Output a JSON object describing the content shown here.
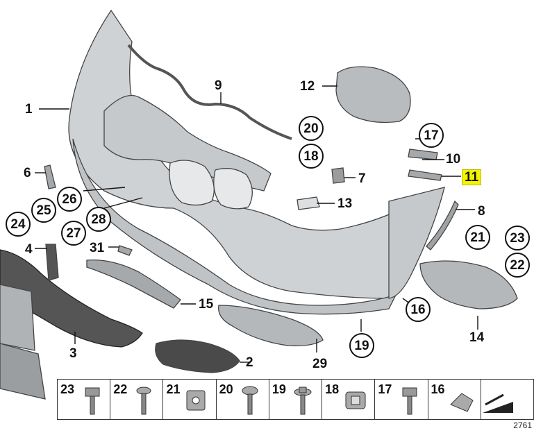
{
  "callouts": [
    {
      "id": "c1",
      "label": "1"
    },
    {
      "id": "c2",
      "label": "2"
    },
    {
      "id": "c3",
      "label": "3"
    },
    {
      "id": "c4",
      "label": "4"
    },
    {
      "id": "c6",
      "label": "6"
    },
    {
      "id": "c7",
      "label": "7"
    },
    {
      "id": "c8",
      "label": "8"
    },
    {
      "id": "c9",
      "label": "9"
    },
    {
      "id": "c10",
      "label": "10"
    },
    {
      "id": "c11",
      "label": "11"
    },
    {
      "id": "c12",
      "label": "12"
    },
    {
      "id": "c13",
      "label": "13"
    },
    {
      "id": "c14",
      "label": "14"
    },
    {
      "id": "c15",
      "label": "15"
    },
    {
      "id": "c16",
      "label": "16"
    },
    {
      "id": "c17",
      "label": "17"
    },
    {
      "id": "c18",
      "label": "18"
    },
    {
      "id": "c19",
      "label": "19"
    },
    {
      "id": "c20",
      "label": "20"
    },
    {
      "id": "c21",
      "label": "21"
    },
    {
      "id": "c22",
      "label": "22"
    },
    {
      "id": "c23",
      "label": "23"
    },
    {
      "id": "c24",
      "label": "24"
    },
    {
      "id": "c25",
      "label": "25"
    },
    {
      "id": "c26",
      "label": "26"
    },
    {
      "id": "c27",
      "label": "27"
    },
    {
      "id": "c28",
      "label": "28"
    },
    {
      "id": "c29",
      "label": "29"
    },
    {
      "id": "c31",
      "label": "31"
    }
  ],
  "hardware_strip": [
    {
      "label": "23",
      "icon": "hex-bolt-icon"
    },
    {
      "label": "22",
      "icon": "phillips-screw-icon"
    },
    {
      "label": "21",
      "icon": "clip-nut-icon"
    },
    {
      "label": "20",
      "icon": "torx-screw-icon"
    },
    {
      "label": "19",
      "icon": "flange-screw-icon"
    },
    {
      "label": "18",
      "icon": "square-grommet-icon"
    },
    {
      "label": "17",
      "icon": "hex-bolt-icon"
    },
    {
      "label": "16",
      "icon": "spring-clip-icon"
    },
    {
      "label": "",
      "icon": "wedge-symbol-icon"
    }
  ],
  "document_number": "2761"
}
